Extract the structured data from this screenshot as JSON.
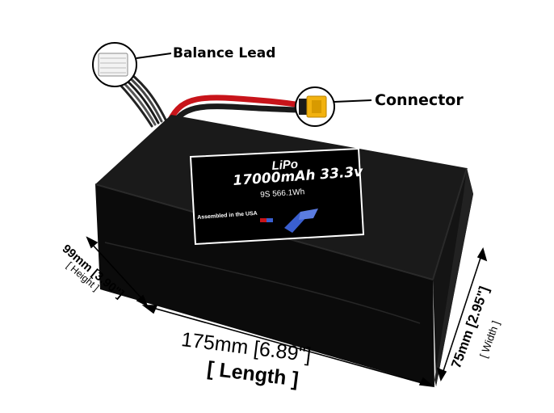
{
  "callouts": {
    "balance_lead": "Balance Lead",
    "connector": "Connector"
  },
  "label": {
    "chemistry": "LiPo",
    "capacity_voltage": "17000mAh 33.3v",
    "spec": "9S 566.1Wh",
    "assembled": "Assembled in the USA"
  },
  "dimensions": {
    "length": "175mm [6.89\"]",
    "length_caption": "[ Length ]",
    "height": "99mm [3.90\"]",
    "height_caption": "[ Height ]",
    "width": "75mm [2.95\"]",
    "width_caption": "[ Width ]"
  },
  "colors": {
    "battery_body": "#0b0b0b",
    "battery_edge": "#2a2a2a",
    "lead_red": "#c8141a",
    "lead_black": "#1a1a1a",
    "connector_yellow": "#f2b20f",
    "label_panel": "#000000",
    "label_border": "#ffffff",
    "logo_blue": "#3a5fd0"
  }
}
